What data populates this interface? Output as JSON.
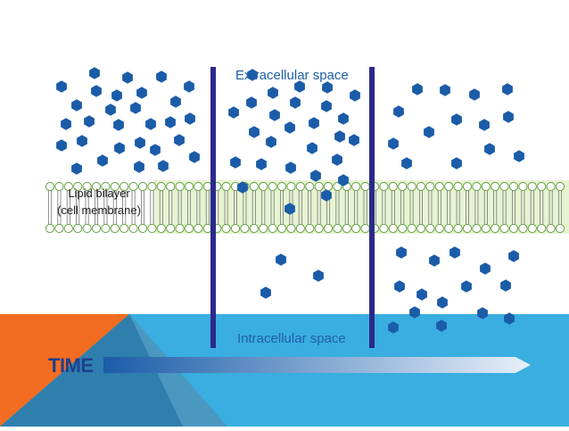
{
  "labels": {
    "extracellular": "Extracellular space",
    "intracellular": "Intracellular space",
    "lipid_line1": "Lipid bilayer",
    "lipid_line2": "(cell membrane)",
    "time": "TIME"
  },
  "colors": {
    "molecule": "#1b5ca8",
    "divider": "#2a2a8c",
    "membrane_highlight": "#e7f4d2",
    "membrane_head_stroke": "#6aa24a",
    "bottom_band": "#3aaee0",
    "triangle_orange": "#f26d21",
    "triangle_dark_blue": "#2e7fae",
    "triangle_mid_blue": "#5ea8cc",
    "arrow_start": "#1b5ca8",
    "arrow_end": "#e8f0fa"
  }
}
